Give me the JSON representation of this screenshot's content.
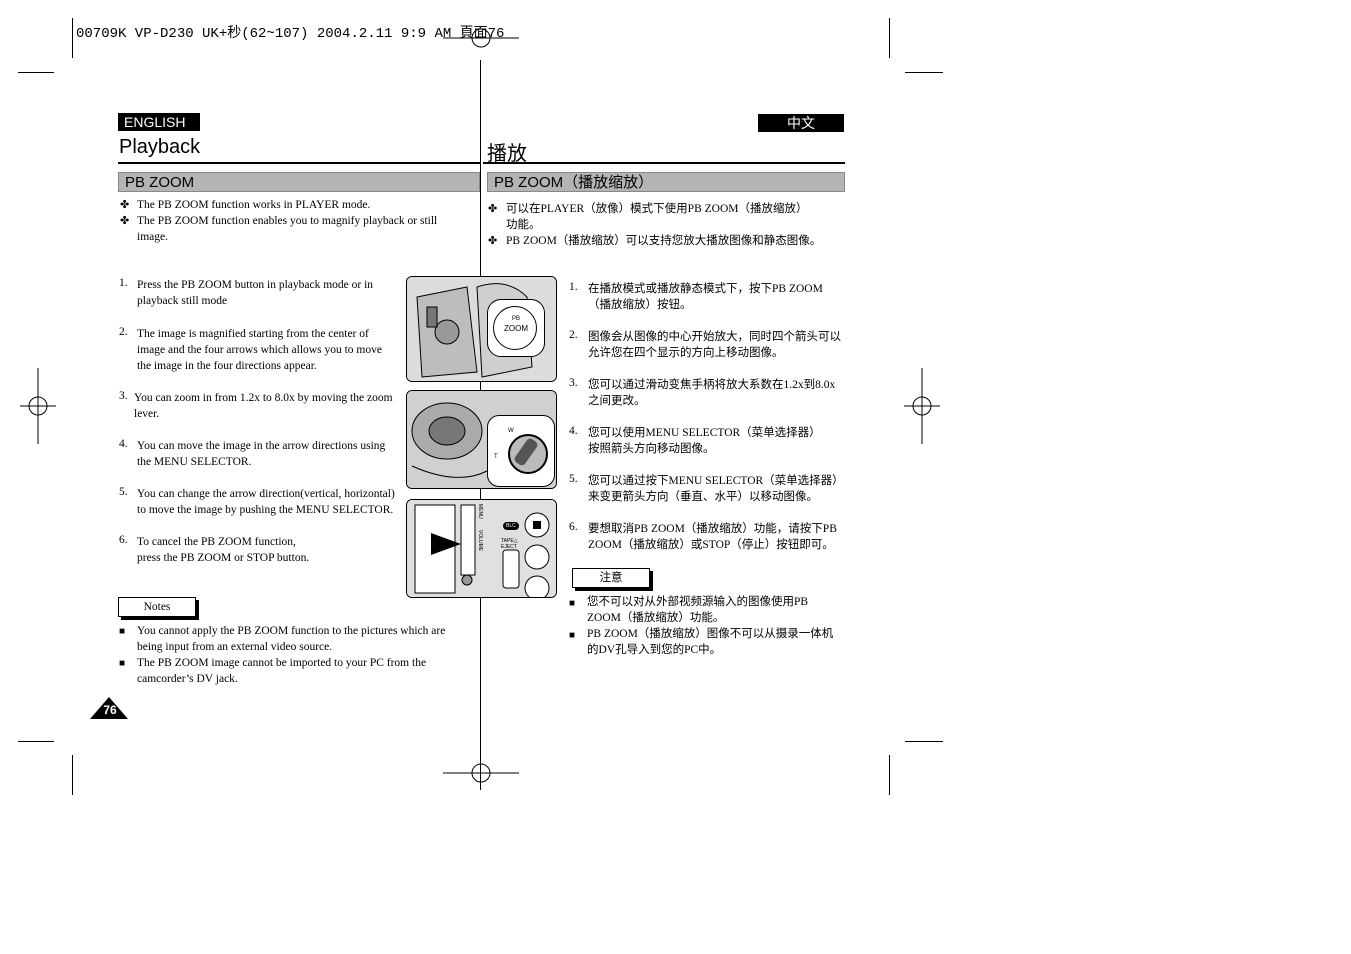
{
  "header_line": "00709K VP-D230 UK+秒(62~107) 2004.2.11 9:9 AM 頁面76",
  "left": {
    "lang": "ENGLISH",
    "title": "Playback",
    "section": "PB ZOOM",
    "intro": [
      "The PB ZOOM function works in PLAYER mode.",
      "The PB ZOOM function enables you to magnify playback or still image."
    ],
    "steps": [
      {
        "n": "1.",
        "text": "Press the PB ZOOM button in playback mode or in playback still mode"
      },
      {
        "n": "2.",
        "text": "The image is magnified starting from the center of image and the four arrows which allows you to move the image in the four directions appear."
      },
      {
        "n": "3.",
        "text": "You can zoom in from 1.2x to 8.0x by moving the zoom lever."
      },
      {
        "n": "4.",
        "text": "You can move the image in the arrow directions using the MENU SELECTOR."
      },
      {
        "n": "5.",
        "text": "You can change the arrow direction(vertical, horizontal) to move the image by pushing the MENU SELECTOR."
      },
      {
        "n": "6.",
        "text": "To cancel the PB ZOOM function, press the PB ZOOM or STOP button."
      }
    ],
    "notes_label": "Notes",
    "notes": [
      "You cannot apply the PB ZOOM function to the pictures which are being input from an external video source.",
      "The PB ZOOM image cannot be imported to your PC from the camcorder’s DV jack."
    ],
    "page_number": "76"
  },
  "right": {
    "lang": "中文",
    "title": "播放",
    "section": "PB ZOOM（播放缩放）",
    "intro": [
      "可以在PLAYER（放像）模式下使用PB ZOOM（播放缩放）功能。",
      "PB ZOOM（播放缩放）可以支持您放大播放图像和静态图像。"
    ],
    "steps": [
      {
        "n": "1.",
        "text": "在播放模式或播放静态模式下，按下PB ZOOM（播放缩放）按钮。"
      },
      {
        "n": "2.",
        "text": "图像会从图像的中心开始放大，同时四个箭头可以允许您在四个显示的方向上移动图像。"
      },
      {
        "n": "3.",
        "text": "您可以通过滑动变焦手柄将放大系数在1.2x到8.0x之间更改。"
      },
      {
        "n": "4.",
        "text": "您可以使用MENU SELECTOR（菜单选择器）按照箭头方向移动图像。"
      },
      {
        "n": "5.",
        "text": "您可以通过按下MENU SELECTOR（菜单选择器）来变更箭头方向（垂直、水平）以移动图像。"
      },
      {
        "n": "6.",
        "text": "要想取消PB ZOOM（播放缩放）功能，请按下PB ZOOM（播放缩放）或STOP（停止）按钮即可。"
      }
    ],
    "notes_label": "注意",
    "notes": [
      "您不可以对从外部视频源输入的图像使用PB ZOOM（播放缩放）功能。",
      "PB ZOOM（播放缩放）图像不可以从摄录一体机的DV孔导入到您的PC中。"
    ]
  },
  "figure_labels": {
    "pb": "PB",
    "zoom": "ZOOM",
    "w": "W",
    "t": "T",
    "blc": "BLC",
    "tape_eject": "TAPE△\nEJECT",
    "menu": "MENU",
    "volume": "VOLUME"
  }
}
